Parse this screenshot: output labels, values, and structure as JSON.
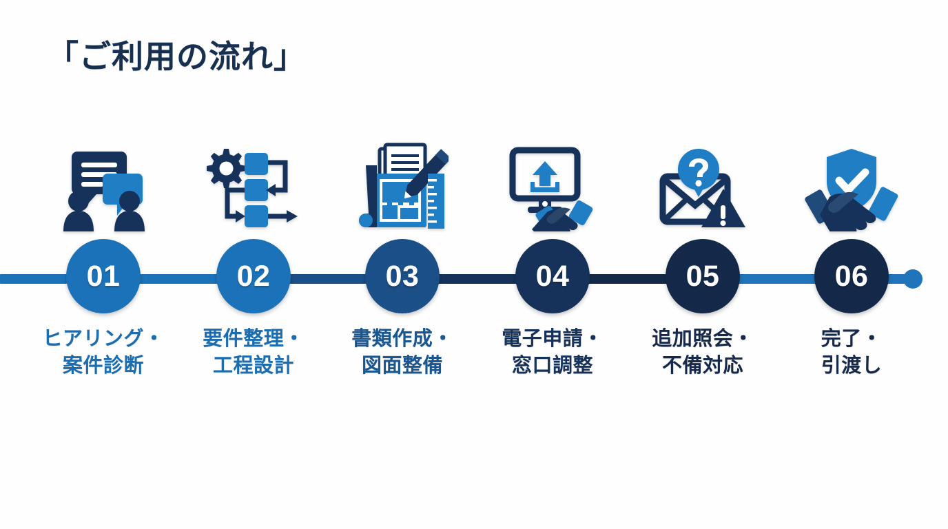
{
  "page": {
    "title": "「ご利用の流れ」",
    "background_color": "#fefefe",
    "title_color": "#17304f"
  },
  "timeline": {
    "line_color_start": "#1b72b8",
    "line_color_mid": "#16325a",
    "line_color_end": "#1b72b8",
    "endcap_color": "#1f74ba",
    "endcap_name": "timeline-end-dot"
  },
  "steps": [
    {
      "number": "01",
      "icon": "consultation-speech-bubbles-icon",
      "circle_color": "#1b72b8",
      "label_color": "#1c6cb0",
      "label_lines": [
        "ヒアリング・",
        "案件診断"
      ],
      "label_full": "ヒアリング・案件診断"
    },
    {
      "number": "02",
      "icon": "gear-flowchart-icon",
      "circle_color": "#1b72b8",
      "label_color": "#1c6cb0",
      "label_lines": [
        "要件整理・",
        "工程設計"
      ],
      "label_full": "要件整理・工程設計"
    },
    {
      "number": "03",
      "icon": "blueprint-pencil-ruler-icon",
      "circle_color": "#1a4f87",
      "label_color": "#1a5690",
      "label_lines": [
        "書類作成・",
        "図面整備"
      ],
      "label_full": "書類作成・図面整備"
    },
    {
      "number": "04",
      "icon": "monitor-upload-handshake-icon",
      "circle_color": "#16325a",
      "label_color": "#16325a",
      "label_lines": [
        "電子申請・",
        "窓口調整"
      ],
      "label_full": "電子申請・窓口調整"
    },
    {
      "number": "05",
      "icon": "envelope-question-warning-icon",
      "circle_color": "#14294a",
      "label_color": "#16294a",
      "label_lines": [
        "追加照会・",
        "不備対応"
      ],
      "label_full": "追加照会・不備対応"
    },
    {
      "number": "06",
      "icon": "shield-check-handshake-icon",
      "circle_color": "#14294a",
      "label_color": "#16294a",
      "label_lines": [
        "完了・",
        "引渡し"
      ],
      "label_full": "完了・引渡し"
    }
  ]
}
